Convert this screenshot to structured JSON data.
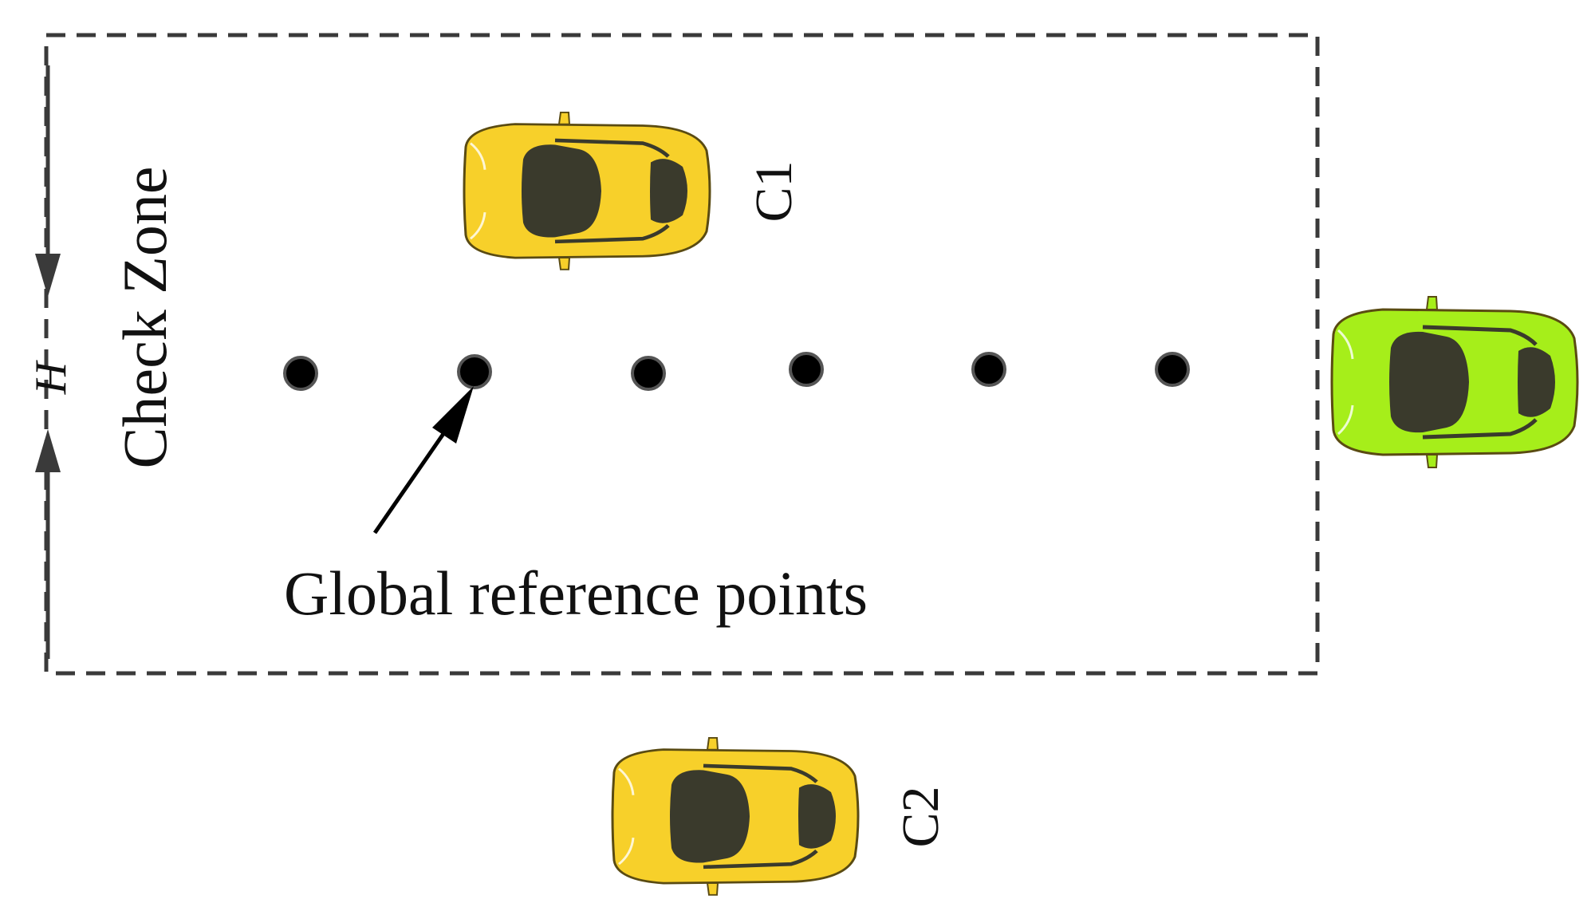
{
  "labels": {
    "check_zone": "Check Zone",
    "height": "H",
    "reference_points": "Global reference points",
    "car_c1": "C1",
    "car_c2": "C2"
  },
  "reference_point_count": 6,
  "colors": {
    "zone_border": "#3a3a3a",
    "yellow_car": "#f7d02a",
    "green_car": "#a6ee1a",
    "car_glass": "#3a3a2c",
    "reference_point": "#000000",
    "arrow": "#000000"
  }
}
